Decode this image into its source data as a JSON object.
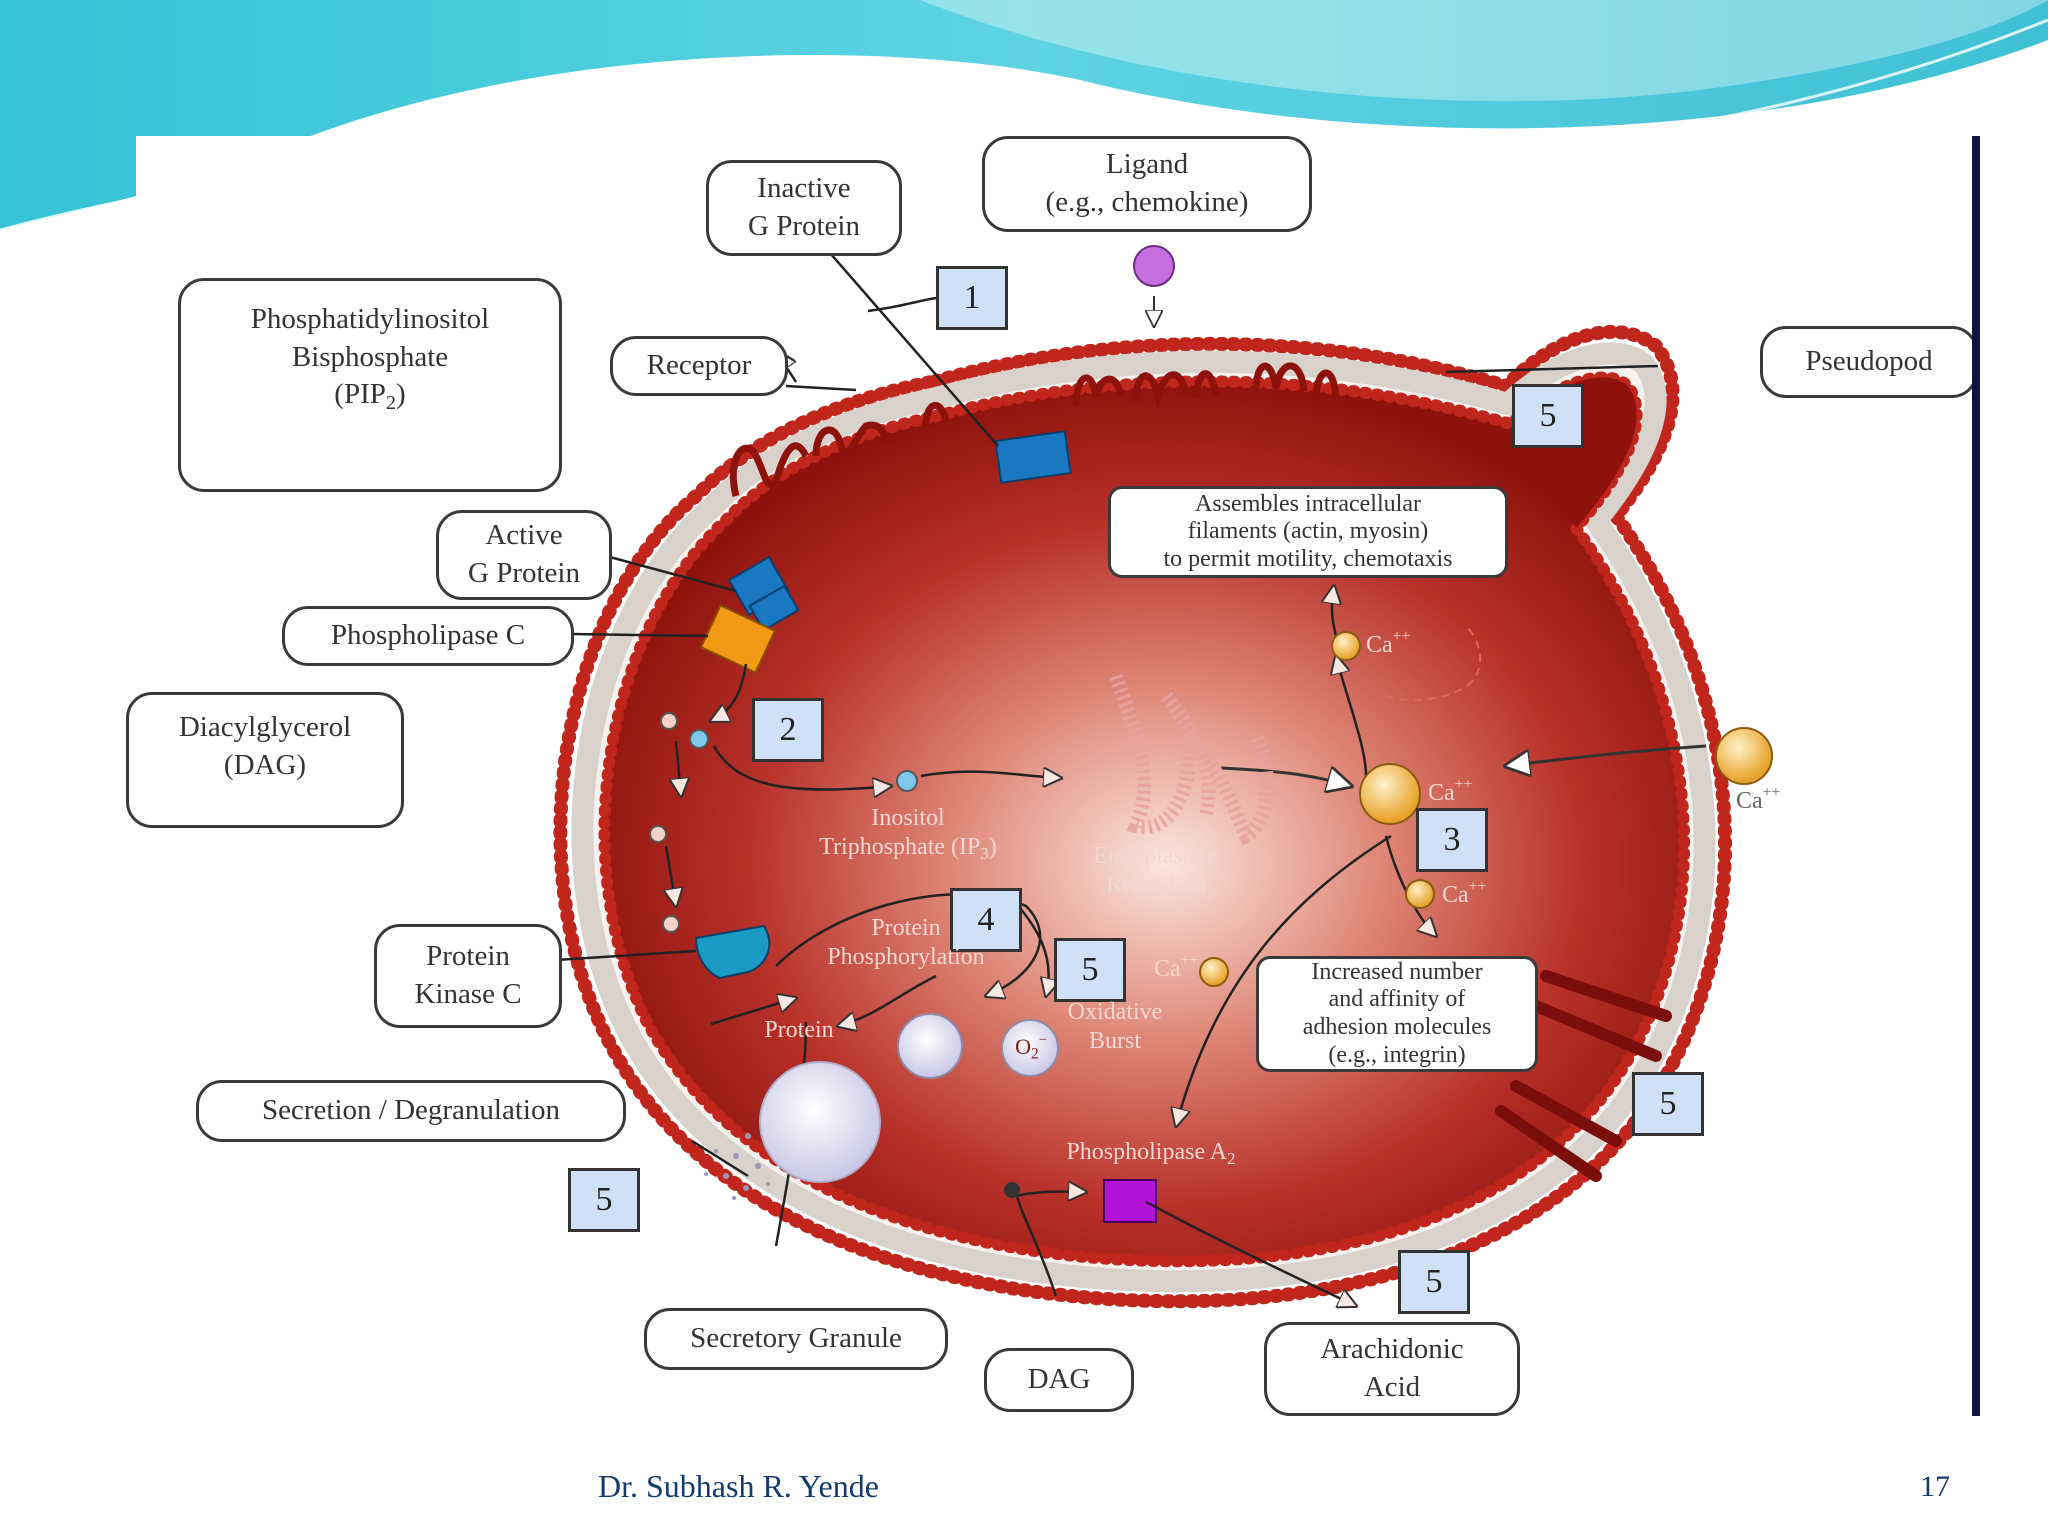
{
  "labels": {
    "ligand_line1": "Ligand",
    "ligand_line2": "(e.g., chemokine)",
    "inactive_g_line1": "Inactive",
    "inactive_g_line2": "G Protein",
    "pip2_line1": "Phosphatidylinositol",
    "pip2_line2": "Bisphosphate",
    "pip2_line3": "(PIP",
    "pip2_sub": "2",
    "pip2_line3_end": ")",
    "receptor": "Receptor",
    "pseudopod": "Pseudopod",
    "active_g_line1": "Active",
    "active_g_line2": "G Protein",
    "phospholipase_c": "Phospholipase C",
    "dag_box_line1": "Diacylglycerol",
    "dag_box_line2": "(DAG)",
    "assembles_line1": "Assembles intracellular",
    "assembles_line2": "filaments (actin, myosin)",
    "assembles_line3": "to permit motility, chemotaxis",
    "pkc_line1": "Protein",
    "pkc_line2": "Kinase C",
    "secretion": "Secretion / Degranulation",
    "increased_line1": "Increased number",
    "increased_line2": "and affinity of",
    "increased_line3": "adhesion molecules",
    "increased_line4": "(e.g., integrin)",
    "secretory_granule": "Secretory Granule",
    "dag_bottom": "DAG",
    "arachidonic_line1": "Arachidonic",
    "arachidonic_line2": "Acid"
  },
  "inner_text": {
    "inositol_line1": "Inositol",
    "inositol_line2": "Triphosphate (IP",
    "inositol_sub": "3",
    "inositol_end": ")",
    "er_line1": "Endoplasmic",
    "er_line2": "Reticulum",
    "protein_phos_line1": "Protein",
    "protein_phos_line2": "Phosphorylation",
    "protein": "Protein",
    "oxidative_line1": "Oxidative",
    "oxidative_line2": "Burst",
    "o2": "O",
    "o2_sub": "2",
    "o2_sup": "−",
    "phospholipase_a2": "Phospholipase A",
    "phospholipase_a2_sub": "2",
    "ca": "Ca",
    "ca_sup": "++"
  },
  "step_numbers": [
    "1",
    "2",
    "3",
    "4",
    "5",
    "5",
    "5",
    "5",
    "5"
  ],
  "footer": {
    "author": "Dr. Subhash R. Yende",
    "page": "17"
  },
  "colors": {
    "cell": "#a11a12",
    "membrane_bead": "#c0261c",
    "g_protein": "#1a78c2",
    "phospholipase_c": "#f29a16",
    "phospholipase_a2": "#b312d8",
    "ligand": "#c56ee0",
    "calcium": "#f2b03a",
    "step_box": "#cfe0f7",
    "header_teal": "#3fc7d8"
  }
}
